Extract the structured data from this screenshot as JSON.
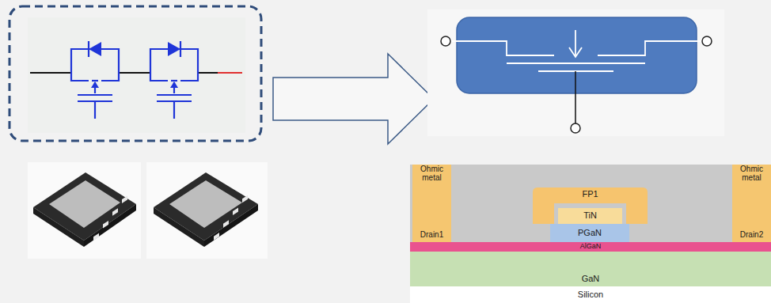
{
  "diagram": {
    "nodes": [
      {
        "text": [
          "Ohmic metal",
          "Drain1"
        ]
      },
      {
        "text": [
          "FP1"
        ]
      },
      {
        "text": [
          "TiN"
        ]
      },
      {
        "text": [
          "PGaN"
        ]
      },
      {
        "text": [
          "Ohmic metal",
          "Drain2"
        ]
      },
      {
        "text": [
          "AlGaN"
        ]
      },
      {
        "text": [
          "GaN"
        ]
      },
      {
        "text": [
          "Silicon"
        ]
      }
    ]
  }
}
